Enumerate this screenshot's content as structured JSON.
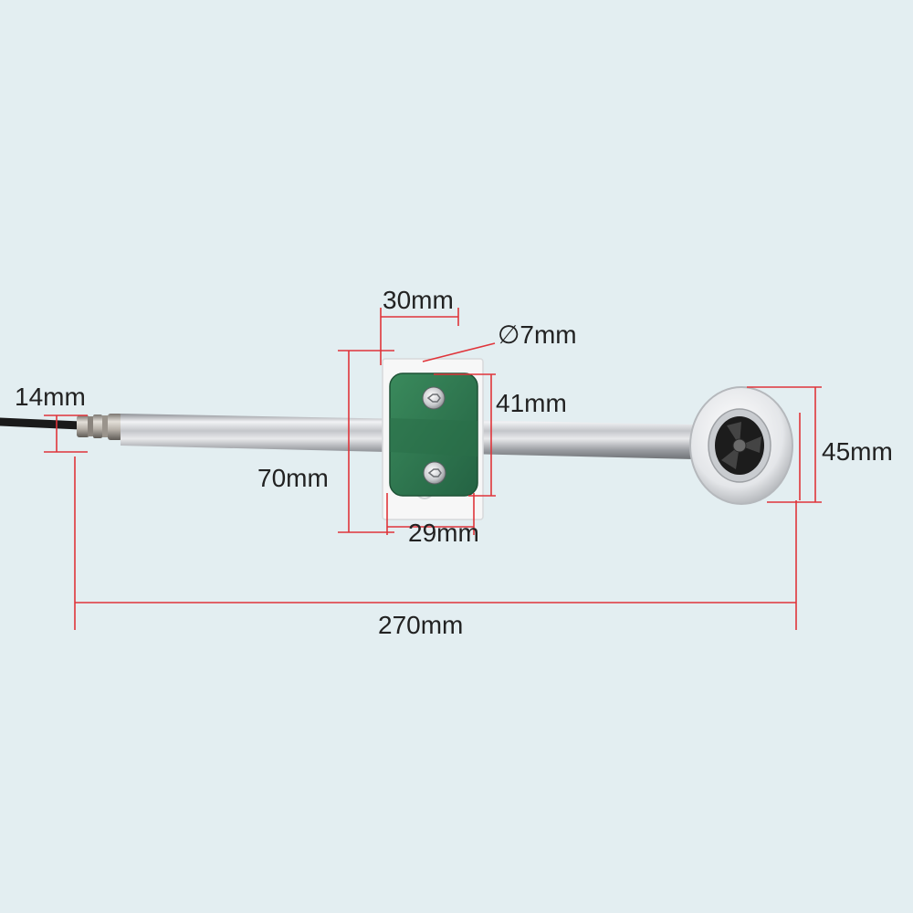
{
  "dimensions": {
    "bracket_width": "30mm",
    "hole_diameter": "∅7mm",
    "cable_diameter": "14mm",
    "clamp_height": "41mm",
    "head_diameter": "45mm",
    "bracket_height": "70mm",
    "clamp_width": "29mm",
    "overall_length": "270mm"
  },
  "colors": {
    "background": "#e3eef1",
    "dimension_line": "#e0343a",
    "clamp_green": "#2f7a4f",
    "bracket_white": "#f7f7f7",
    "tube_silver": "#c9cbcf",
    "cable_black": "#1a1a1a",
    "label_text": "#222222"
  },
  "parts": [
    "cable",
    "connector",
    "tube",
    "mounting-bracket",
    "clamp-block",
    "screws",
    "sensor-head",
    "fan"
  ]
}
